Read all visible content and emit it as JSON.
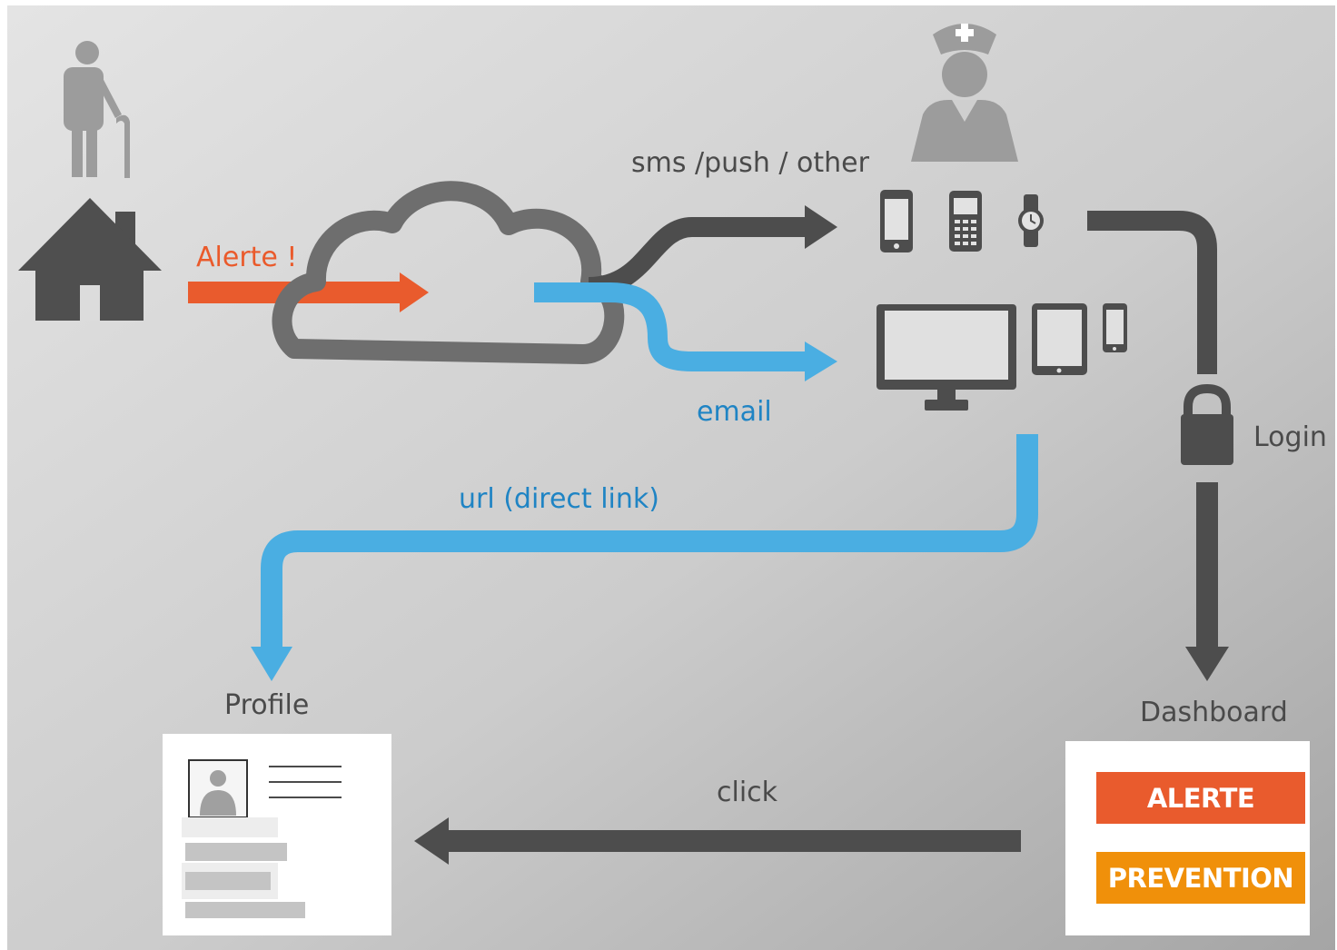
{
  "colors": {
    "dark_arrow": "#4d4d4d",
    "blue_flow": "#4aaee2",
    "orange_alert": "#e95b2d",
    "amber_prevention": "#f0900a",
    "icon_gray": "#9b9b9b",
    "background_light": "#e6e6e6",
    "background_dark": "#a8a8a8"
  },
  "labels": {
    "sms_push_other": "sms /push / other",
    "alert": "Alerte !",
    "email": "email",
    "url_direct_link": "url (direct link)",
    "login": "Login",
    "profile": "Profile",
    "dashboard": "Dashboard",
    "click": "click"
  },
  "dashboard": {
    "buttons": [
      "ALERTE",
      "PREVENTION"
    ]
  },
  "icons": [
    "elderly-person-icon",
    "house-icon",
    "cloud-icon",
    "nurse-icon",
    "smartphone-icon",
    "mobile-phone-icon",
    "watch-icon",
    "monitor-icon",
    "tablet-icon",
    "small-phone-icon",
    "lock-icon",
    "avatar-icon"
  ]
}
